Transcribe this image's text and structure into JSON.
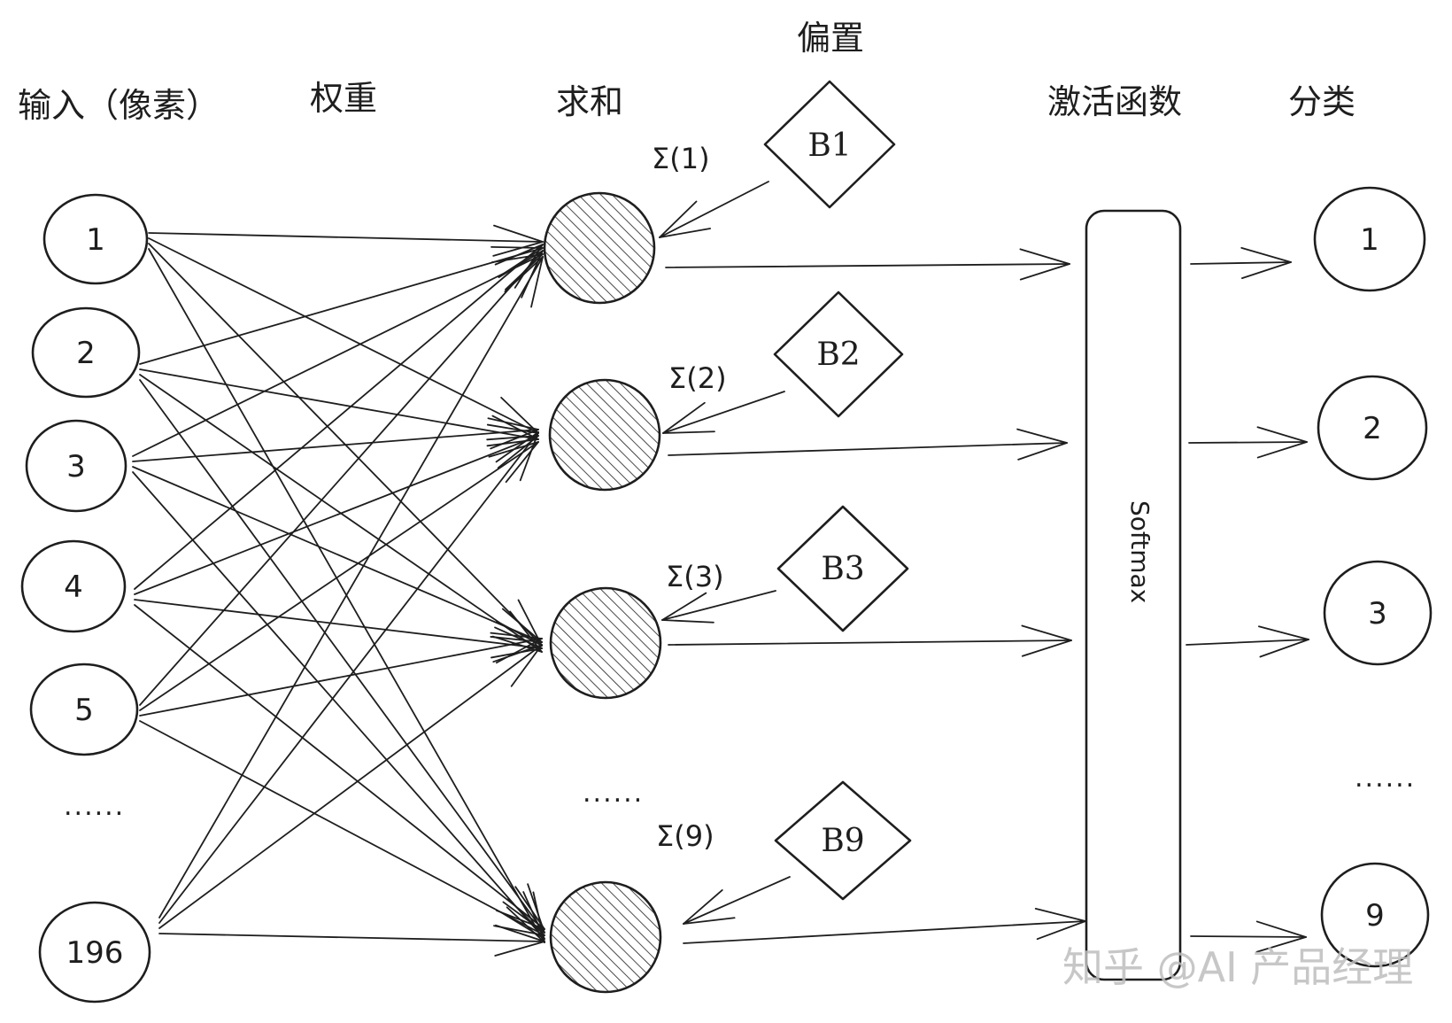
{
  "headers": {
    "input": "输入（像素）",
    "weights": "权重",
    "sum": "求和",
    "bias": "偏置",
    "activation": "激活函数",
    "classification": "分类"
  },
  "input_nodes": [
    "1",
    "2",
    "3",
    "4",
    "5",
    "196"
  ],
  "input_ellipsis": "......",
  "sum_nodes": [
    {
      "label": "Σ(1)",
      "bias": "B1"
    },
    {
      "label": "Σ(2)",
      "bias": "B2"
    },
    {
      "label": "Σ(3)",
      "bias": "B3"
    },
    {
      "label": "Σ(9)",
      "bias": "B9"
    }
  ],
  "sum_ellipsis": "......",
  "activation_box": {
    "label": "Softmax"
  },
  "output_nodes": [
    "1",
    "2",
    "3",
    "9"
  ],
  "output_ellipsis": "......",
  "watermark": "知乎 @AI 产品经理",
  "colors": {
    "ink": "#1e1e1e",
    "hatch": "#1e1e1e",
    "watermark": "#bdbdbd",
    "background": "#ffffff"
  }
}
